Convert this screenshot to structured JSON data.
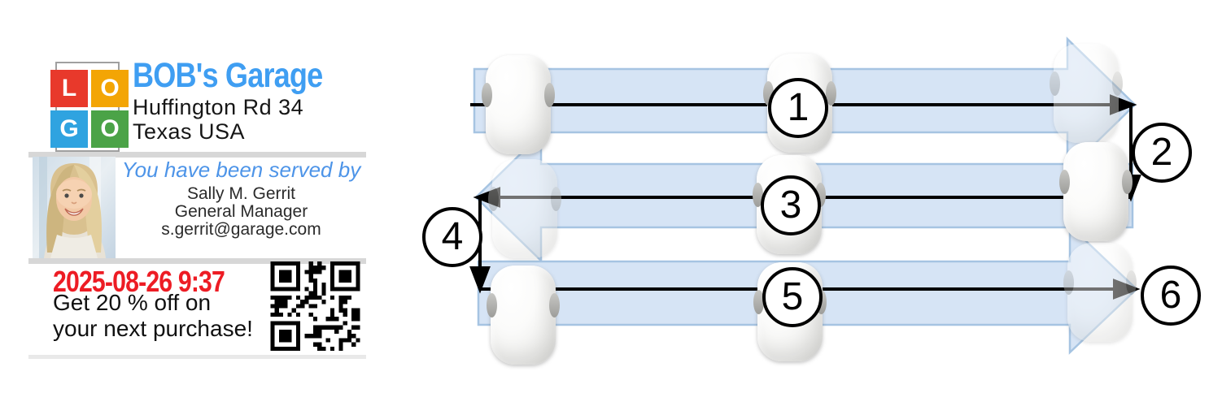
{
  "card": {
    "logo": {
      "letters": [
        "L",
        "O",
        "G",
        "O"
      ],
      "square_colors": [
        "#e8392b",
        "#f3a505",
        "#2fa3e0",
        "#4ba347"
      ]
    },
    "business_name": "BOB's Garage",
    "address_lines": [
      "Huffington Rd 34",
      "Texas USA"
    ],
    "served_by_heading": "You have been served by",
    "staff": {
      "name": "Sally M. Gerrit",
      "role": "General Manager",
      "email": "s.gerrit@garage.com"
    },
    "timestamp": "2025-08-26 9:37",
    "promo_lines": [
      "Get 20 % off on",
      "your next purchase!"
    ],
    "accent_colors": {
      "business_name_blue": "#3f9ef2",
      "served_by_blue": "#4d94e8",
      "timestamp_red": "#ed1c24"
    }
  },
  "diagram": {
    "type": "flow",
    "step_labels": [
      "1",
      "2",
      "3",
      "4",
      "5",
      "6"
    ],
    "lane_directions": [
      "right",
      "left",
      "right"
    ],
    "colors": {
      "lane_fill": "#d2e2f4",
      "lane_border": "#a6c4e2",
      "path_color": "#000000"
    }
  }
}
